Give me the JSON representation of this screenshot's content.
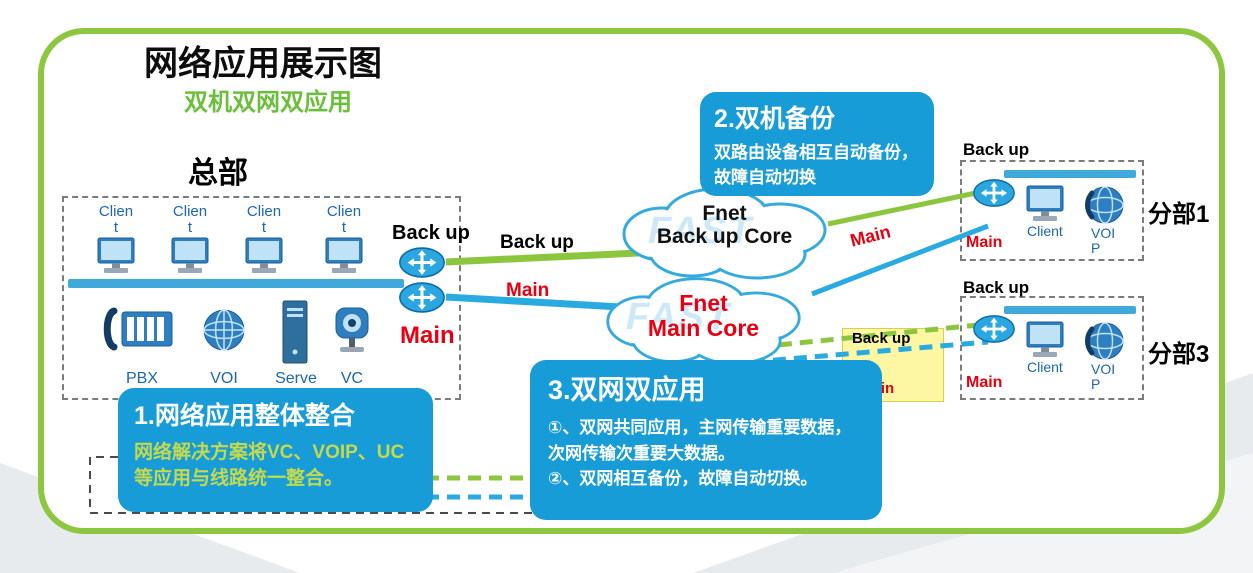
{
  "colors": {
    "frame_green": "#8dc63f",
    "callout_blue": "#189cd8",
    "line_blue": "#29abe2",
    "line_green": "#8cc63e",
    "red": "#e60012",
    "label_blue": "#1a66b0",
    "yellow": "#fdf6a3"
  },
  "title": "网络应用展示图",
  "subtitle": "双机双网双应用",
  "hq": {
    "label": "总部",
    "client_label": "Client",
    "devices": {
      "pbx": "PBX",
      "voip": "VOI",
      "server": "Serve",
      "vc": "VC"
    },
    "backup_label": "Back up",
    "main_label": "Main"
  },
  "links": {
    "hq_backup": "Back up",
    "hq_main": "Main",
    "branch1_main": "Main"
  },
  "clouds": {
    "backup": {
      "line1": "Fnet",
      "line2": "Back up Core",
      "watermark": "FAST"
    },
    "main": {
      "line1": "Fnet",
      "line2": "Main Core",
      "watermark": "FAST"
    }
  },
  "branch1": {
    "name": "分部1",
    "backup": "Back up",
    "main": "Main",
    "client": "Client",
    "voip": "VOIP"
  },
  "branch3": {
    "name": "分部3",
    "backup": "Back up",
    "main": "Main",
    "client": "Client",
    "voip": "VOIP"
  },
  "yellow_box": {
    "backup": "Back up",
    "main": "Main"
  },
  "callouts": [
    {
      "title": "1.网络应用整体整合",
      "body": "网络解决方案将VC、VOIP、UC等应用与线路统一整合。"
    },
    {
      "title": "2.双机备份",
      "body": "双路由设备相互自动备份，故障自动切换"
    },
    {
      "title": "3.双网双应用",
      "item1": "①、双网共同应用，主网传输重要数据，次网传输次重要大数据。",
      "item2": "②、双网相互备份，故障自动切换。"
    }
  ]
}
